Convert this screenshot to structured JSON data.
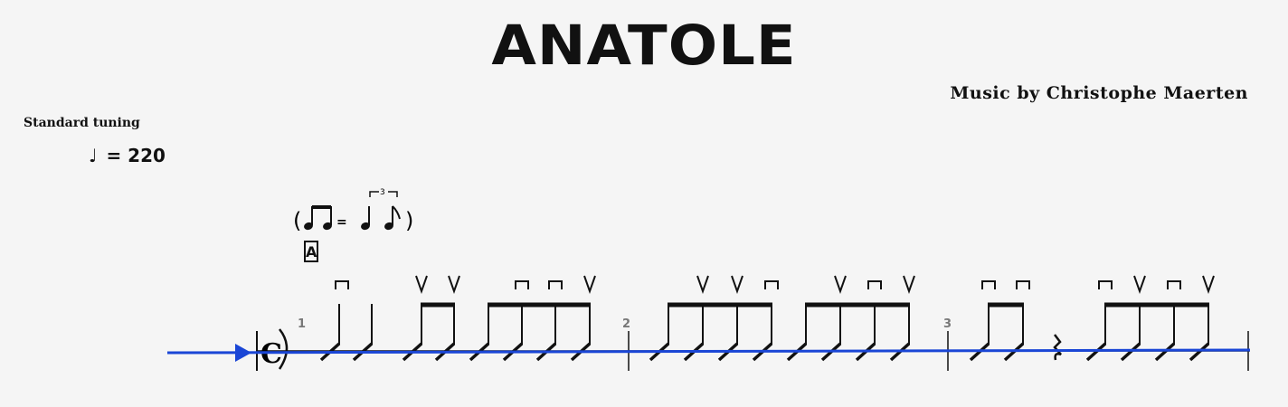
{
  "score": {
    "title": "ANATOLE",
    "composer": "Music by Christophe Maerten",
    "tuning": "Standard tuning",
    "tempo": {
      "symbol": "♩",
      "text": "= 220"
    },
    "section_marker": "A",
    "swing_marking": {
      "triplet_number": "3",
      "equals": "="
    },
    "measure_numbers": [
      "1",
      "2",
      "3"
    ],
    "time_signature": "C",
    "colors": {
      "playback_cursor": "#1a46d6",
      "notation": "#111111"
    },
    "bowing": {
      "measure1": [
        "down",
        "",
        "up",
        "up",
        "down",
        "down",
        "up"
      ],
      "measure2": [
        "up",
        "up",
        "down",
        "up",
        "down",
        "up"
      ],
      "measure3": [
        "down",
        "down",
        "down",
        "up",
        "down",
        "up"
      ]
    }
  }
}
